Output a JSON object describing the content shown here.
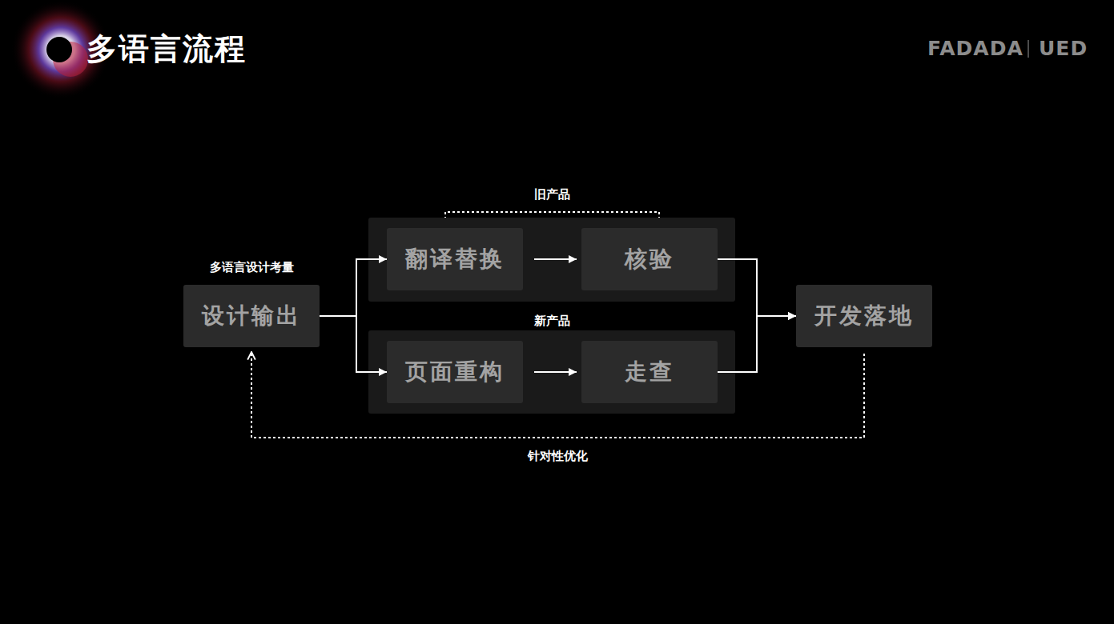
{
  "diagram": {
    "title": "多语言流程",
    "nodes": [
      {
        "text": [
          "多语言设计考量",
          "设计输出"
        ]
      },
      {
        "text": [
          "旧产品"
        ]
      },
      {
        "text": [
          "翻译替换"
        ],
        "in": 1
      },
      {
        "text": [
          "核验"
        ],
        "in": 1
      },
      {
        "text": [
          "新产品"
        ]
      },
      {
        "text": [
          "页面重构"
        ],
        "in": 4
      },
      {
        "text": [
          "走查"
        ],
        "in": 4
      },
      {
        "text": [
          "开发落地"
        ]
      }
    ],
    "edges": [
      {
        "from": 0,
        "to": 2,
        "arrow": "to"
      },
      {
        "from": 0,
        "to": 5,
        "arrow": "to"
      },
      {
        "from": 2,
        "to": 3,
        "arrow": "to"
      },
      {
        "from": 5,
        "to": 6,
        "arrow": "to"
      },
      {
        "from": 3,
        "to": 7,
        "arrow": "to"
      },
      {
        "from": 6,
        "to": 7,
        "arrow": "to"
      },
      {
        "from": 7,
        "to": 0,
        "arrow": "to",
        "label": "针对性优化"
      }
    ],
    "labels": [
      "FADADA",
      "UED"
    ]
  }
}
